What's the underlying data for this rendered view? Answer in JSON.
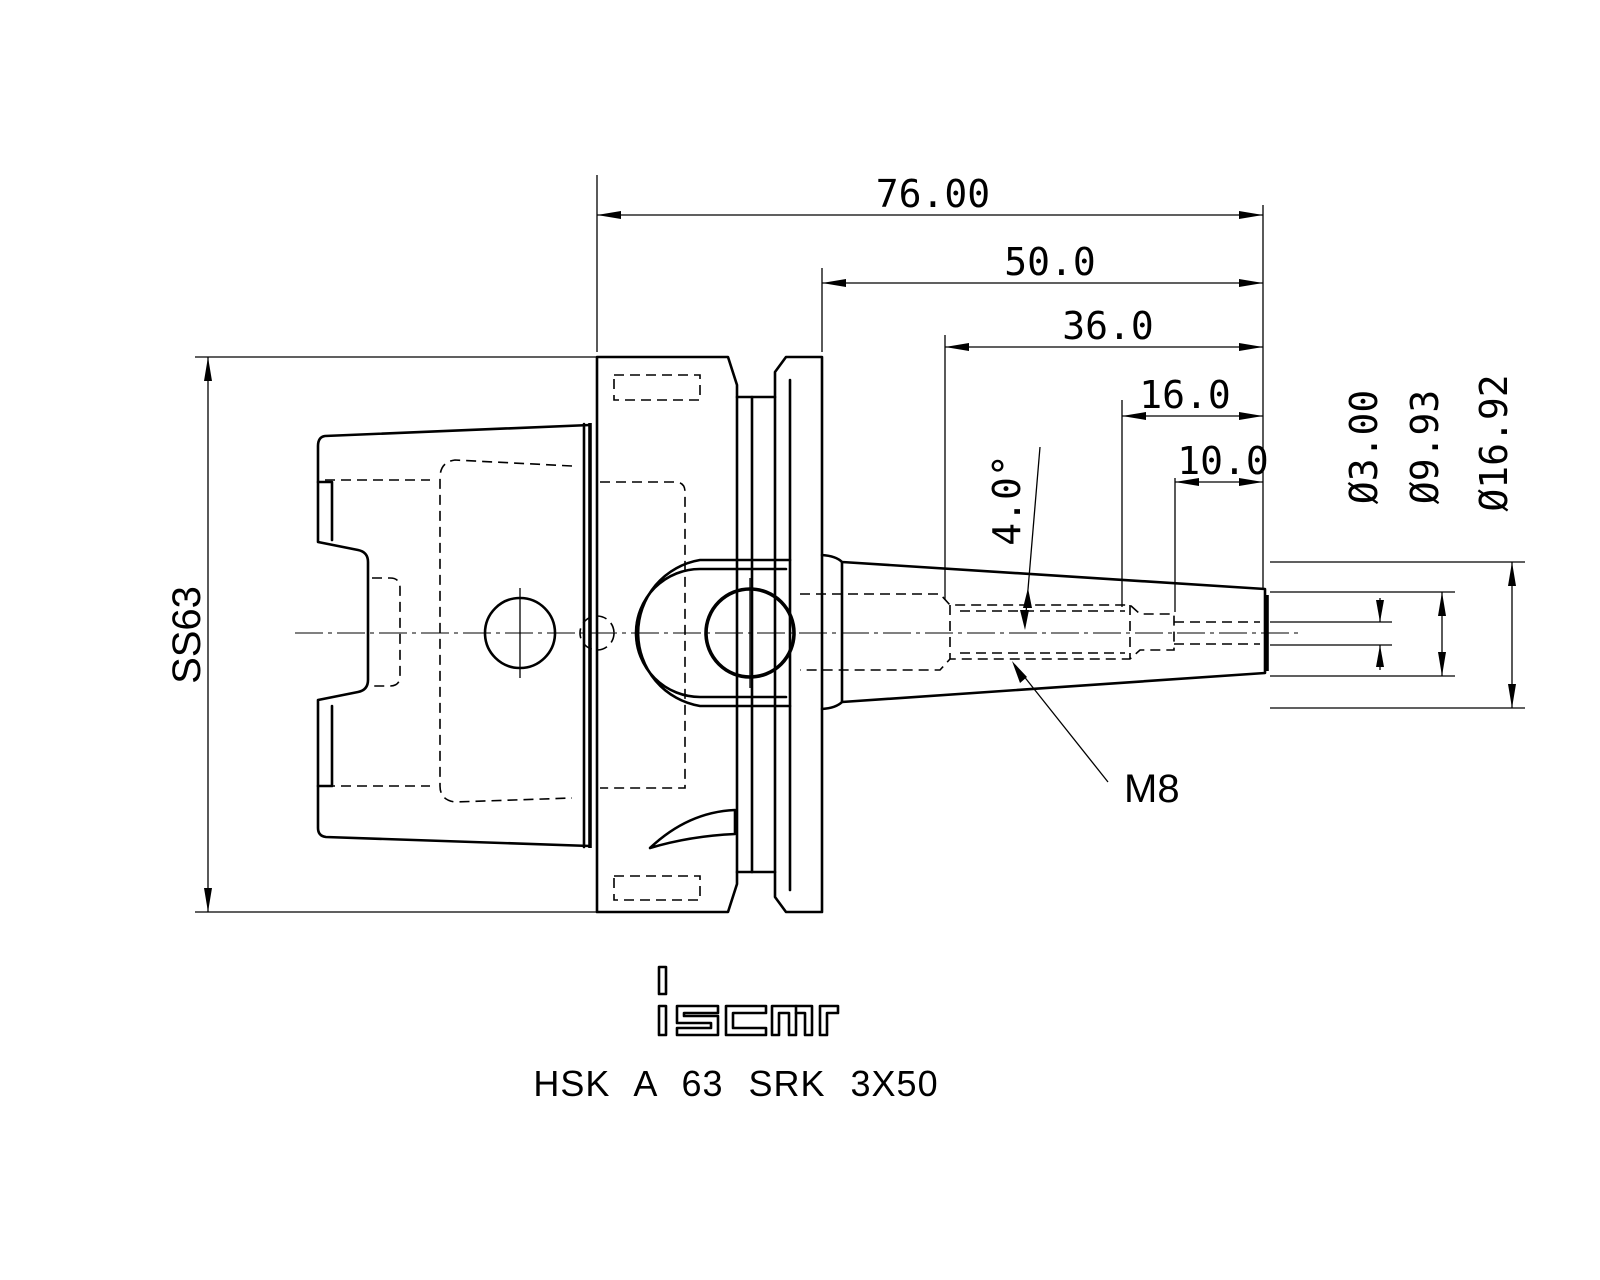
{
  "drawing": {
    "dimensions": {
      "overall_length": "76.00",
      "projection_length": "50.0",
      "length_36": "36.0",
      "length_16": "16.0",
      "length_10": "10.0",
      "taper_angle": "4.0°",
      "dia_3": "Ø3.00",
      "dia_9": "Ø9.93",
      "dia_16": "Ø16.92",
      "flange_size": "SS63"
    },
    "thread_callout": "M8",
    "logo_text": "iscar",
    "caption": "HSK A 63 SRK 3X50"
  }
}
